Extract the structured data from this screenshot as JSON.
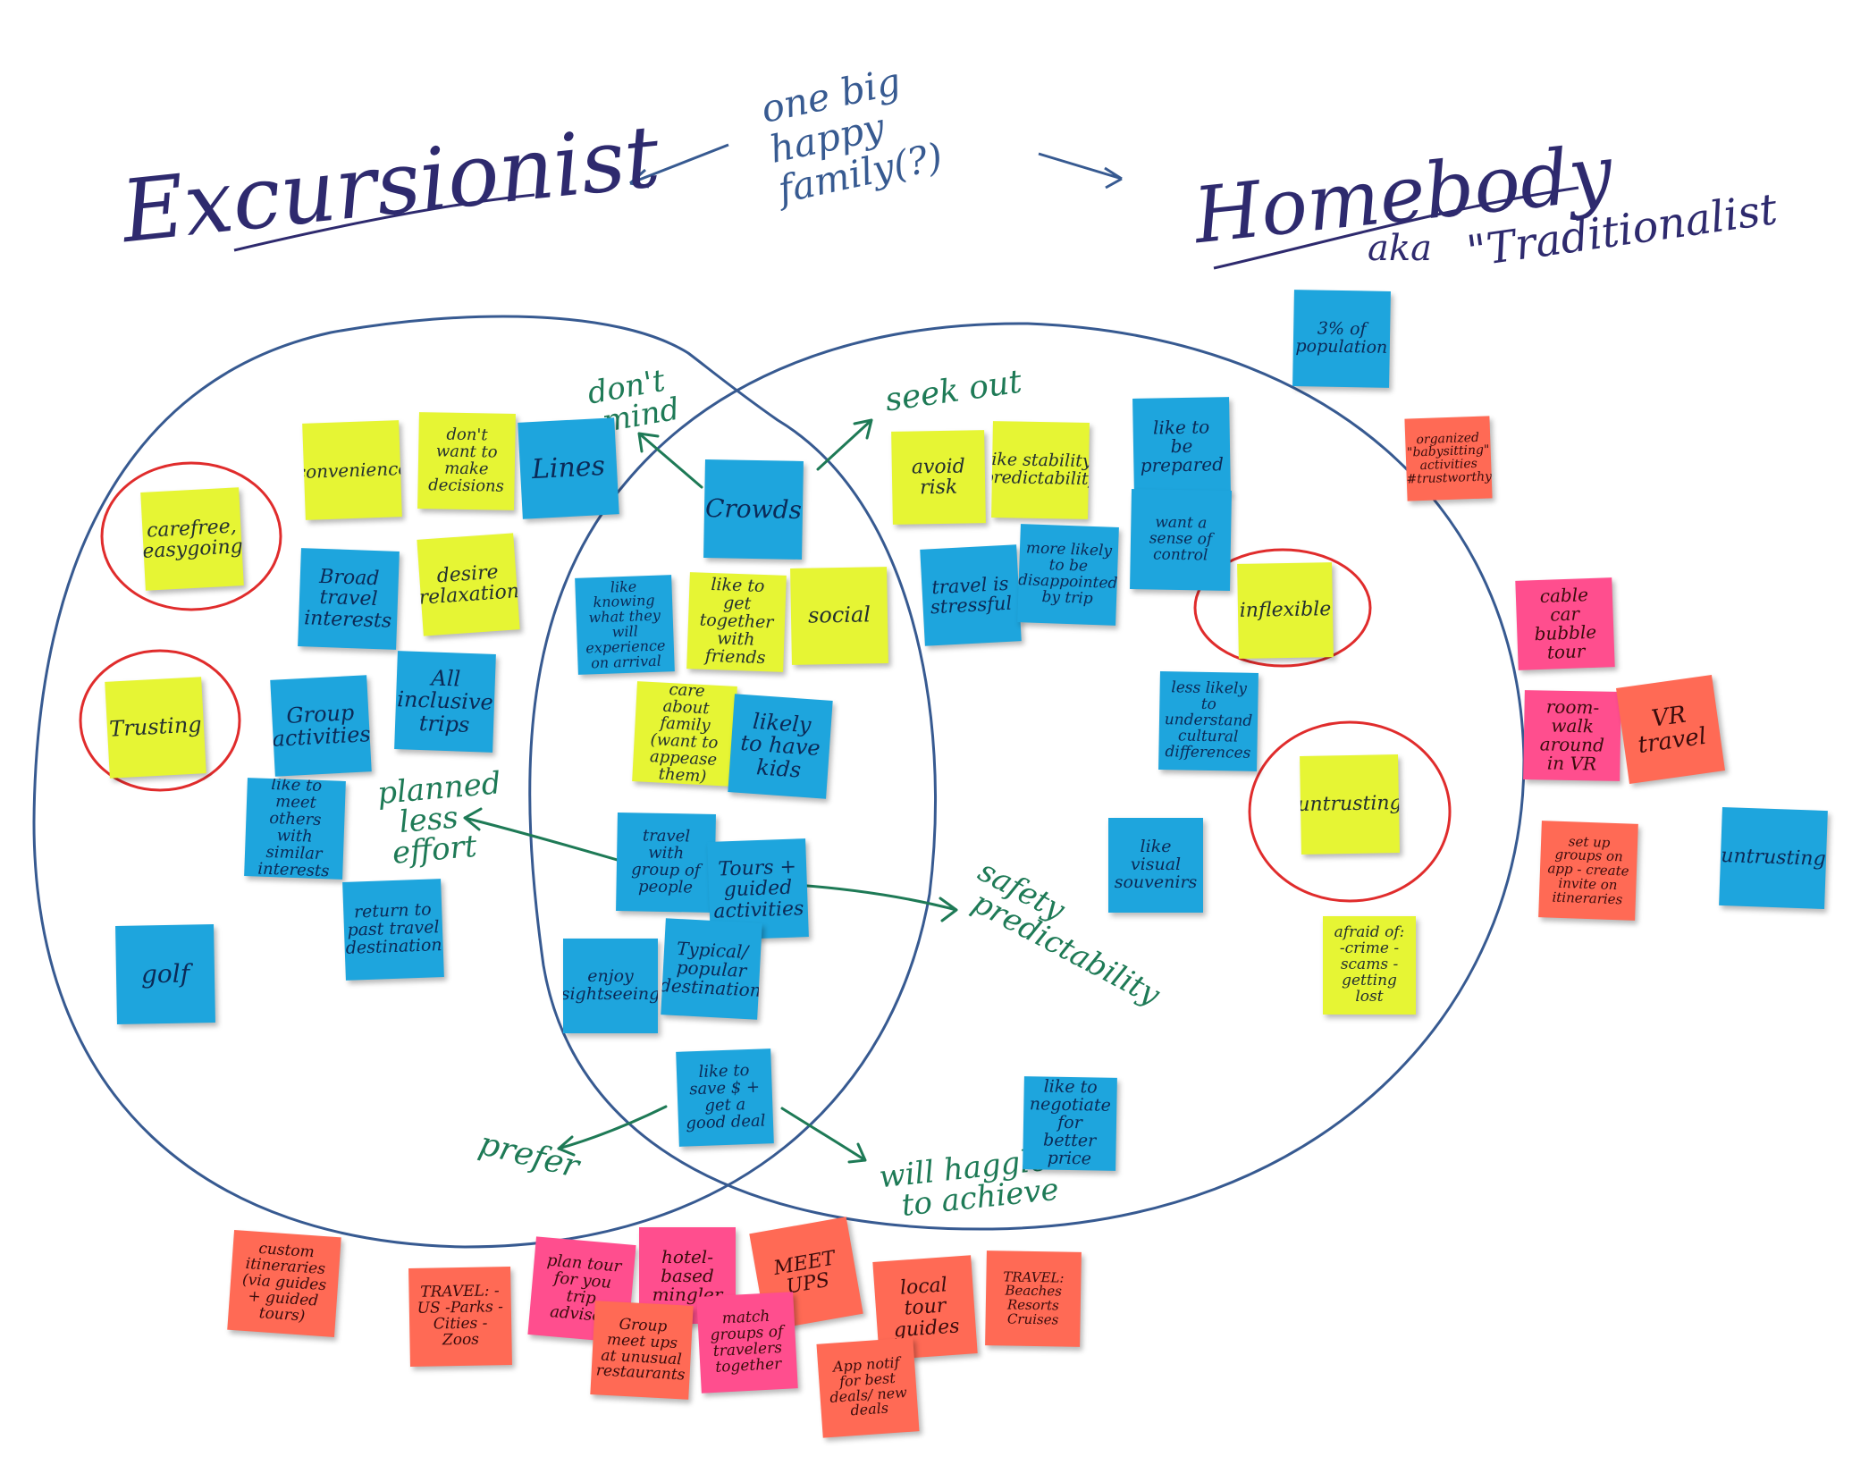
{
  "colors": {
    "blue": "#1ea5dd",
    "yellow": "#e6f534",
    "coral": "#ff6a55",
    "pink": "#ff4e8e",
    "marker_blue": "#375a91",
    "marker_green": "#1e7a56",
    "marker_red": "#e02c2c",
    "title_ink": "#2e2a6e"
  },
  "titles": {
    "left": "Excursionist",
    "center": "one big\nhappy\nfamily(?)",
    "right": "Homebody",
    "right_aka": "aka",
    "right_alt": "\"Traditionalist"
  },
  "annotations": {
    "dont_mind": "don't\n mind",
    "seek_out": "seek out",
    "planned": "planned\n  less\n effort",
    "safety": "safety\n predictability",
    "prefer": "prefer",
    "will_haggle": "will haggle\n  to achieve"
  },
  "notes": {
    "carefree": "carefree, easygoing",
    "convenience": "convenience",
    "dont_want": "don't want to make decisions",
    "lines": "Lines",
    "broad_travel": "Broad travel interests",
    "desire_relax": "desire relaxation",
    "trusting": "Trusting",
    "group_activities": "Group activities",
    "all_inclusive": "All inclusive trips",
    "meet_others": "like to meet others with similar interests",
    "return_past": "return to past travel destination",
    "golf": "golf",
    "crowds": "Crowds",
    "knowing": "like knowing what they will experience on arrival",
    "get_together": "like to get together with friends",
    "social": "social",
    "care_family": "care about family (want to appease them)",
    "likely_kids": "likely to have kids",
    "travel_group": "travel with group of people",
    "tours": "Tours + guided activities",
    "sightseeing": "enjoy sightseeing",
    "typical": "Typical/ popular destination",
    "like_save": "like to save $ + get a good deal",
    "avoid_risk": "avoid risk",
    "stability": "like stability, predictability",
    "travel_stressful": "travel is stressful",
    "disappointed": "more likely to be disappointed by trip",
    "prepared": "like to be prepared",
    "sense_control": "want a sense of control",
    "inflexible": "inflexible",
    "less_likely": "less likely to understand cultural differences",
    "untrusting_y": "untrusting",
    "visual_souvenirs": "like visual souvenirs",
    "afraid": "afraid of: -crime -scams -getting lost",
    "negotiate": "like to negotiate for better price",
    "pct_population": "3% of population",
    "babysitting": "organized \"babysitting\" activities #trustworthy",
    "cable_car": "cable car bubble tour",
    "room_walk": "room-walk around in VR",
    "vr_travel": "VR travel",
    "set_up_groups": "set up groups on app - create invite on itineraries",
    "untrusting_b": "untrusting",
    "custom_itin": "custom itineraries (via guides + guided tours)",
    "travel_us": "TRAVEL: -US -Parks -Cities -Zoos",
    "plan_tour": "plan tour for you trip advisor",
    "hotel_mingler": "hotel-based mingler",
    "meet_ups": "MEET UPS",
    "group_meetups": "Group meet ups at unusual restaurants",
    "match_groups": "match groups of travelers together",
    "local_guides": "local tour guides",
    "travel_beaches": "TRAVEL: Beaches Resorts Cruises",
    "app_notif": "App notif for best deals/ new deals"
  }
}
